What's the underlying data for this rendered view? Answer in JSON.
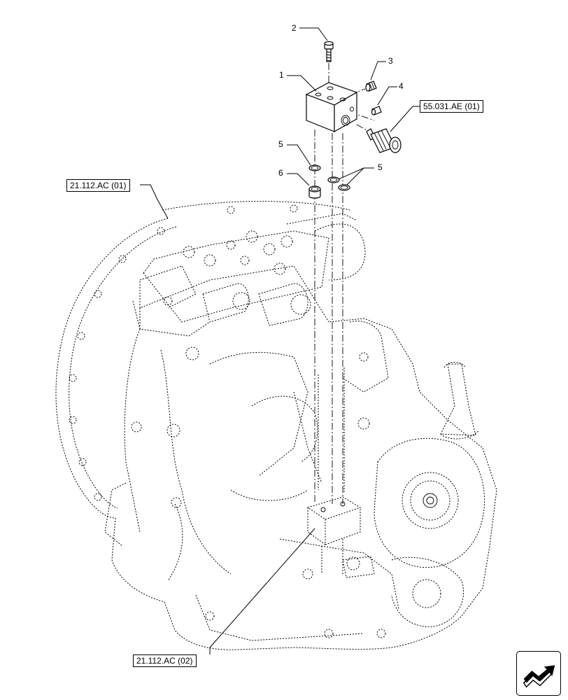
{
  "references": {
    "upper_right": "55.031.AE (01)",
    "left": "21.112.AC (01)",
    "bottom": "21.112.AC (02)"
  },
  "callouts": {
    "c1": "1",
    "c2": "2",
    "c3": "3",
    "c4": "4",
    "c5_left": "5",
    "c5_right": "5",
    "c6": "6"
  },
  "icons": {
    "nav": "next-page-arrow-icon"
  },
  "colors": {
    "line": "#000000",
    "background": "#ffffff"
  }
}
